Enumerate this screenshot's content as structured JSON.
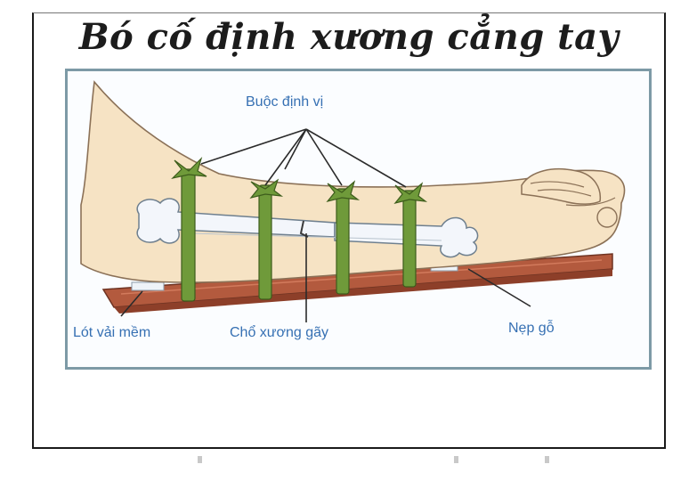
{
  "title": "Bó cố định xương cẳng tay",
  "labels": {
    "splint_ties": "Buộc định vị",
    "padding": "Lót vải mềm",
    "fracture_site": "Chổ xương gãy",
    "wood_splint": "Nẹp gỗ"
  },
  "colors": {
    "label_text": "#3670b3",
    "panel_border": "#7d9aa6",
    "splint_wood": "#b35a3e",
    "bandage": "#6f9a3a",
    "skin": "#f6e3c4"
  }
}
